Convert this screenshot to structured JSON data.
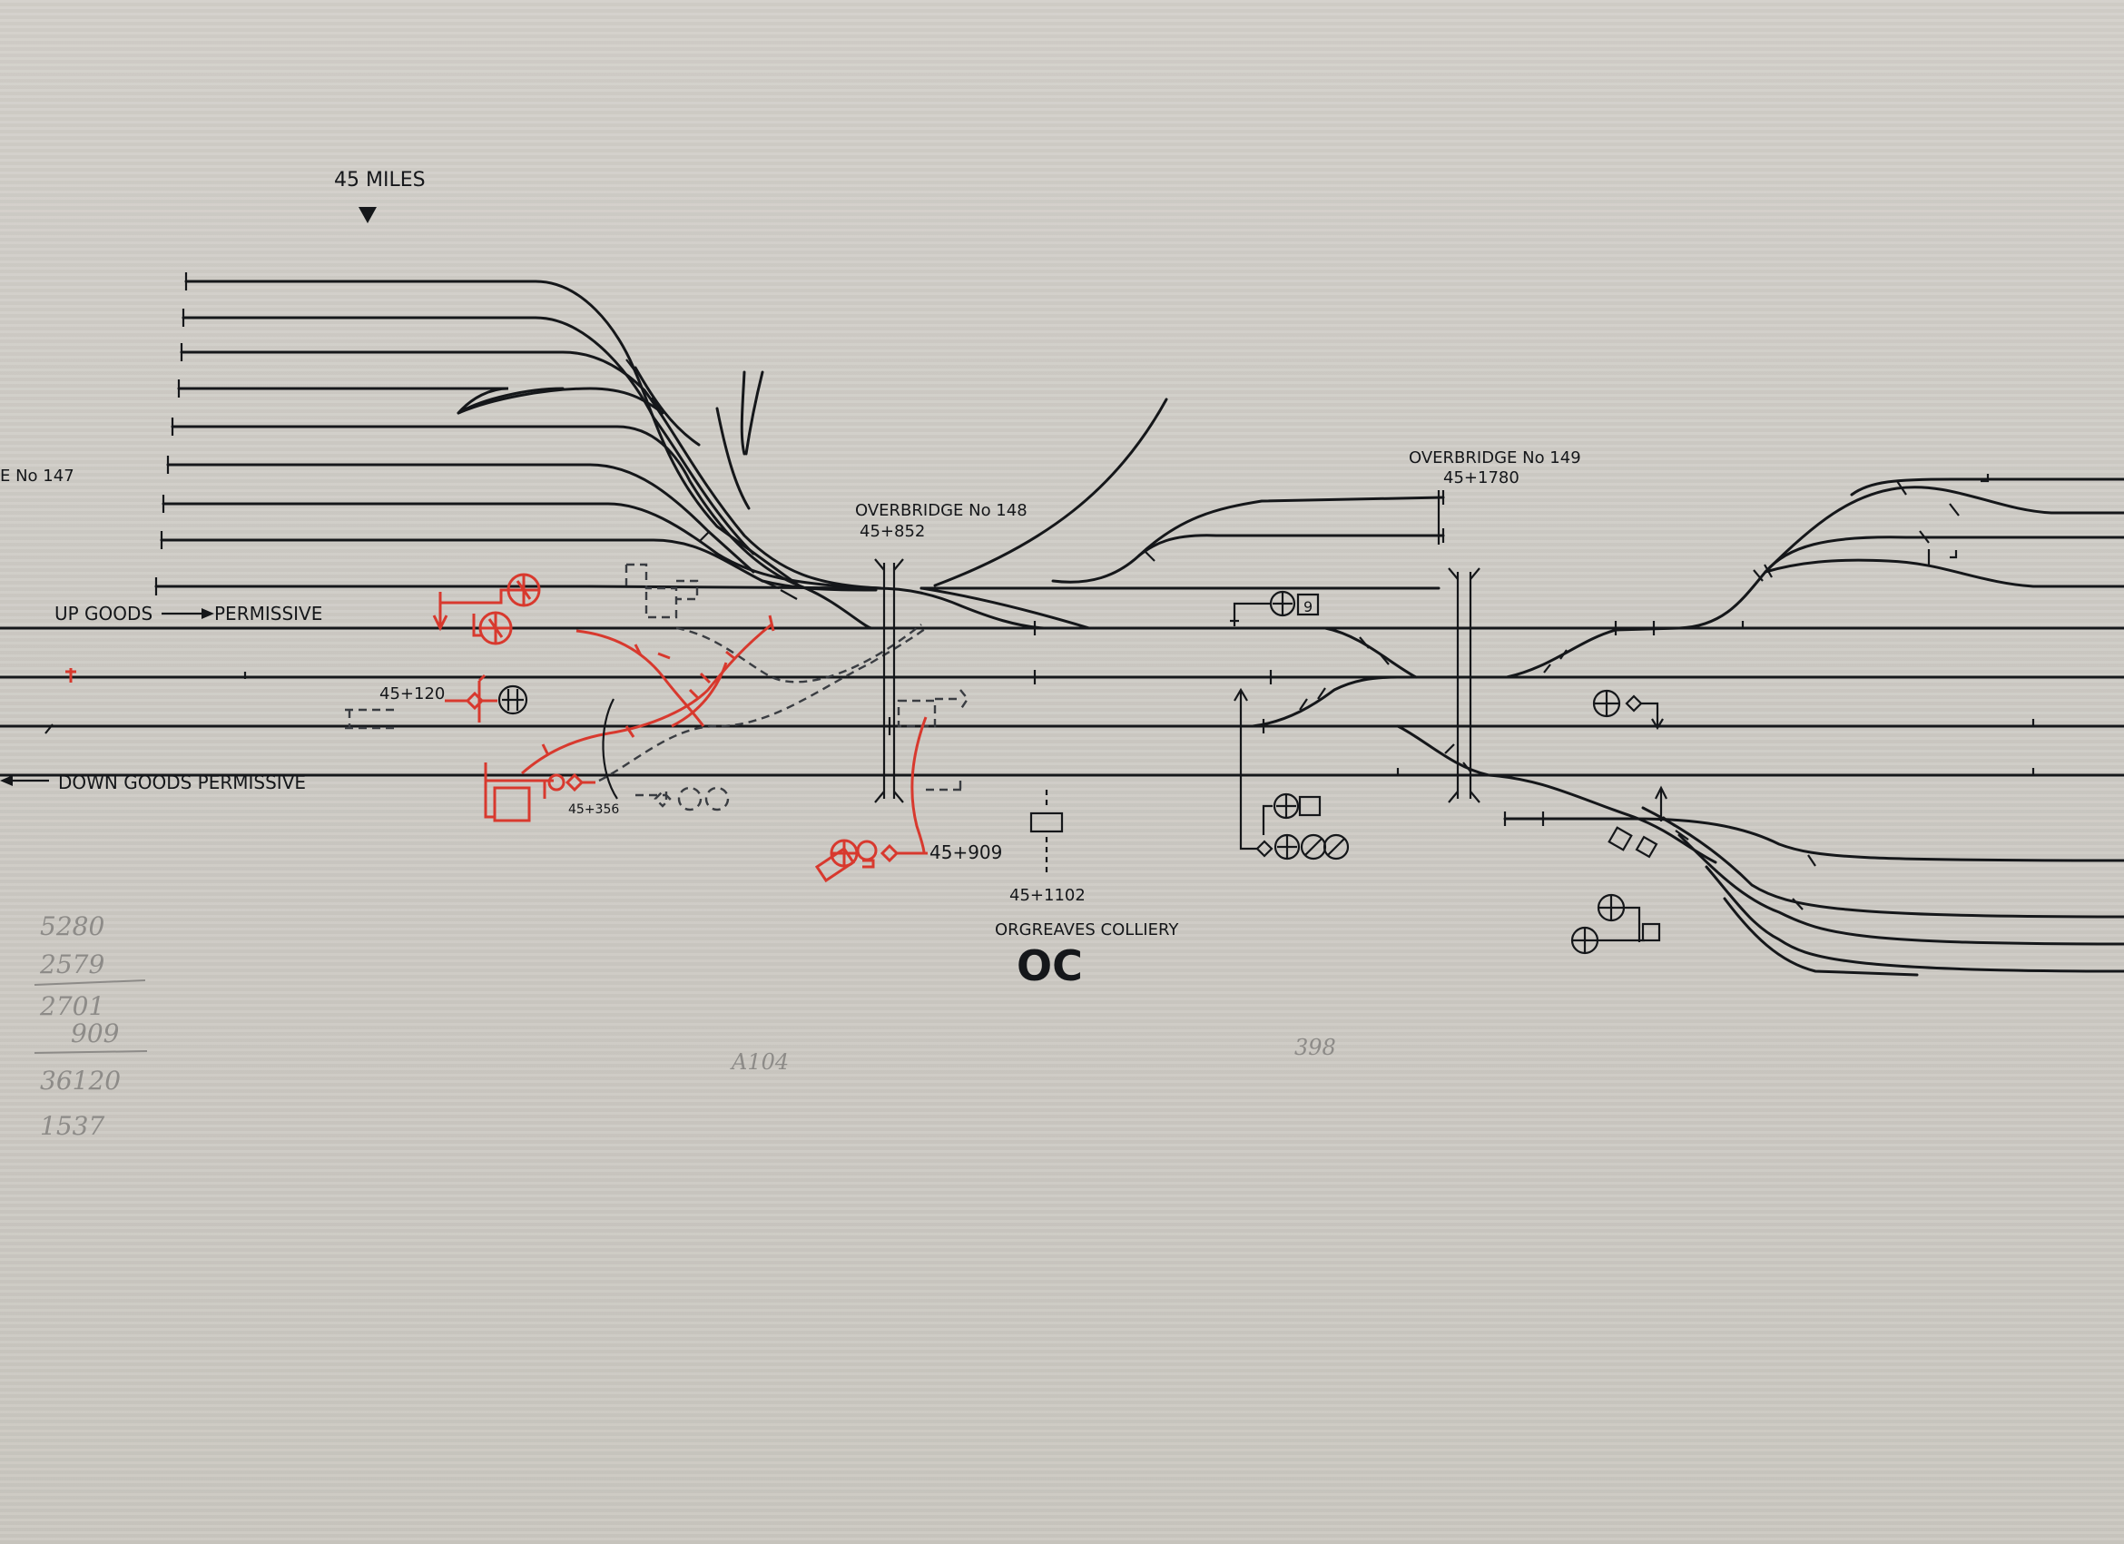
{
  "labels": {
    "mileage": "45 MILES",
    "overbridge_147": "E No 147",
    "overbridge_148": "OVERBRIDGE No 148",
    "overbridge_148_km": "45+852",
    "overbridge_149": "OVERBRIDGE No 149",
    "overbridge_149_km": "45+1780",
    "up_goods": "UP GOODS",
    "up_goods_perm": "PERMISSIVE",
    "down_goods": "DOWN GOODS PERMISSIVE",
    "mark_45120": "45+120",
    "mark_45356": "45+356",
    "mark_45909": "45+909",
    "mark_451102": "45+1102",
    "colliery": "ORGREAVES COLLIERY",
    "box_code": "OC"
  },
  "pencil_notes": {
    "n1": "5280",
    "n2": "2579",
    "n3": "2701",
    "n4": "909",
    "n5": "36120",
    "n6": "1537",
    "n7": "A104",
    "n8": "398"
  },
  "colors": {
    "ink": "#15171a",
    "red_ink": "#d8392e",
    "paper": "#d3d0ca",
    "pencil": "#8d8b88"
  },
  "icons": {
    "signal": "disc-signal-icon",
    "ground_signal": "ground-signal-icon",
    "mileage_marker": "triangle-marker-icon"
  }
}
